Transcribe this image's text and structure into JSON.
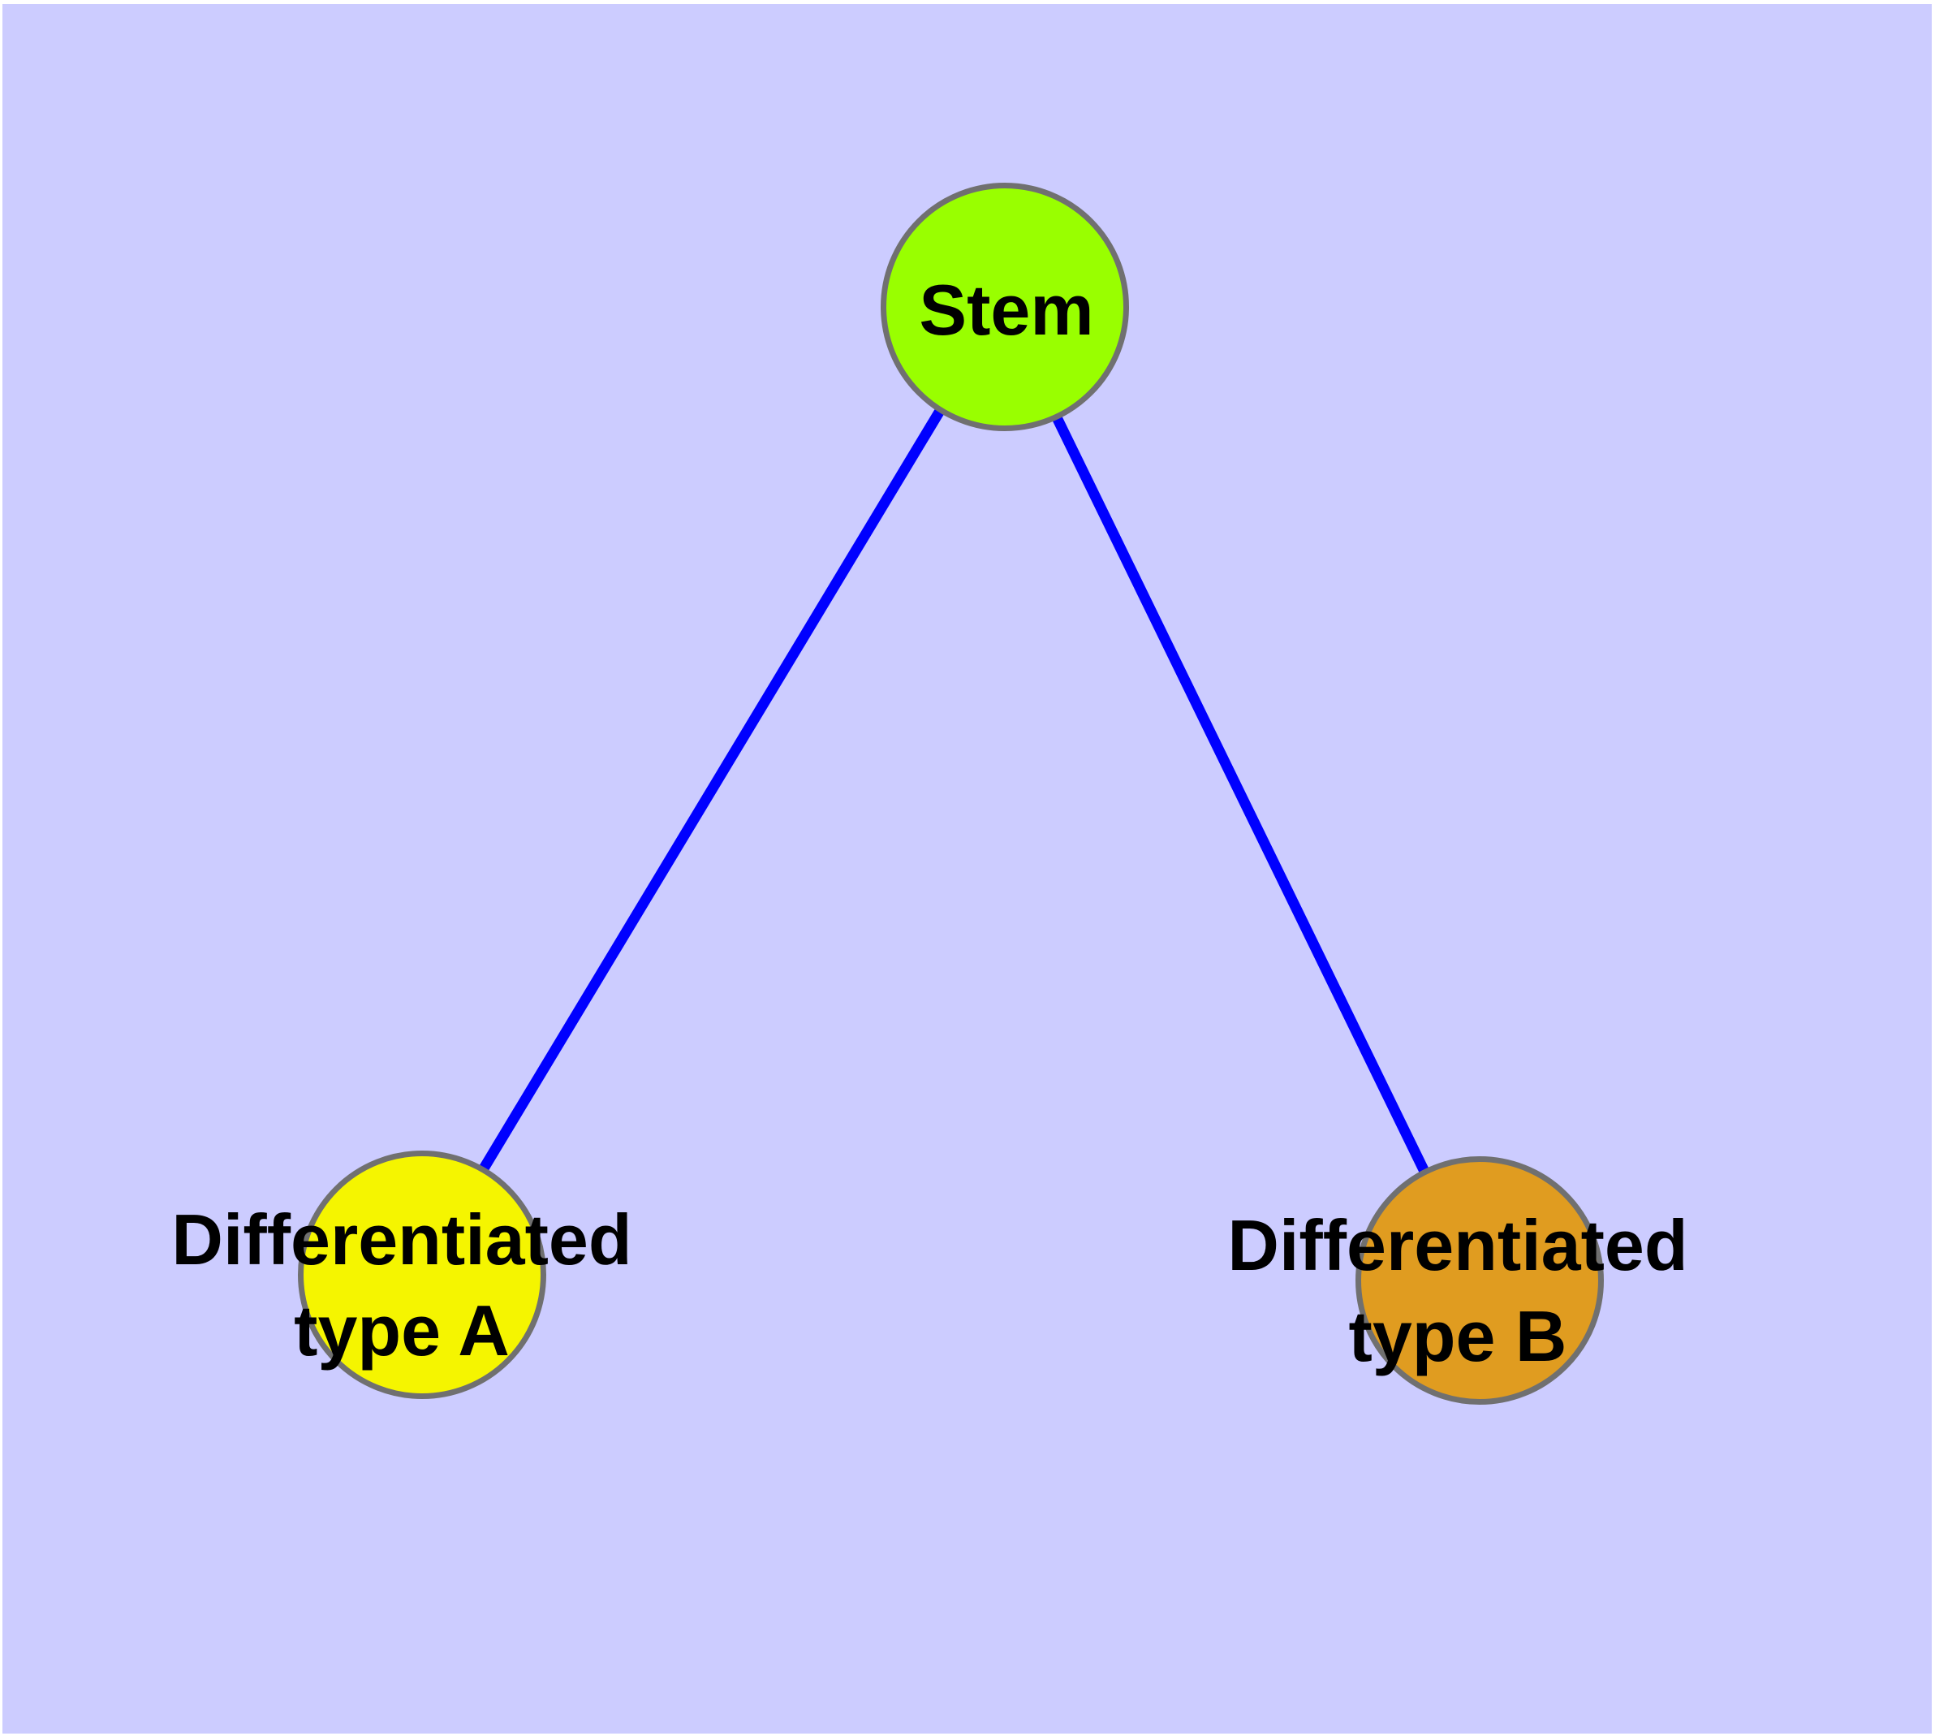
{
  "diagram": {
    "background_color": "#CCCCFF",
    "frame_color": "#FFFFFF",
    "edge_color": "#0000FF",
    "node_border_color": "#707070",
    "label_color": "#000000",
    "nodes": [
      {
        "id": "stem",
        "label": "Stem",
        "fill": "#99FF00"
      },
      {
        "id": "type-a",
        "label": "Differentiated\ntype A",
        "fill": "#F5F500"
      },
      {
        "id": "type-b",
        "label": "Differentiated\ntype B",
        "fill": "#E09C20"
      }
    ],
    "edges": [
      {
        "from": "Stem",
        "to": "Differentiated type A"
      },
      {
        "from": "Stem",
        "to": "Differentiated type B"
      }
    ]
  }
}
